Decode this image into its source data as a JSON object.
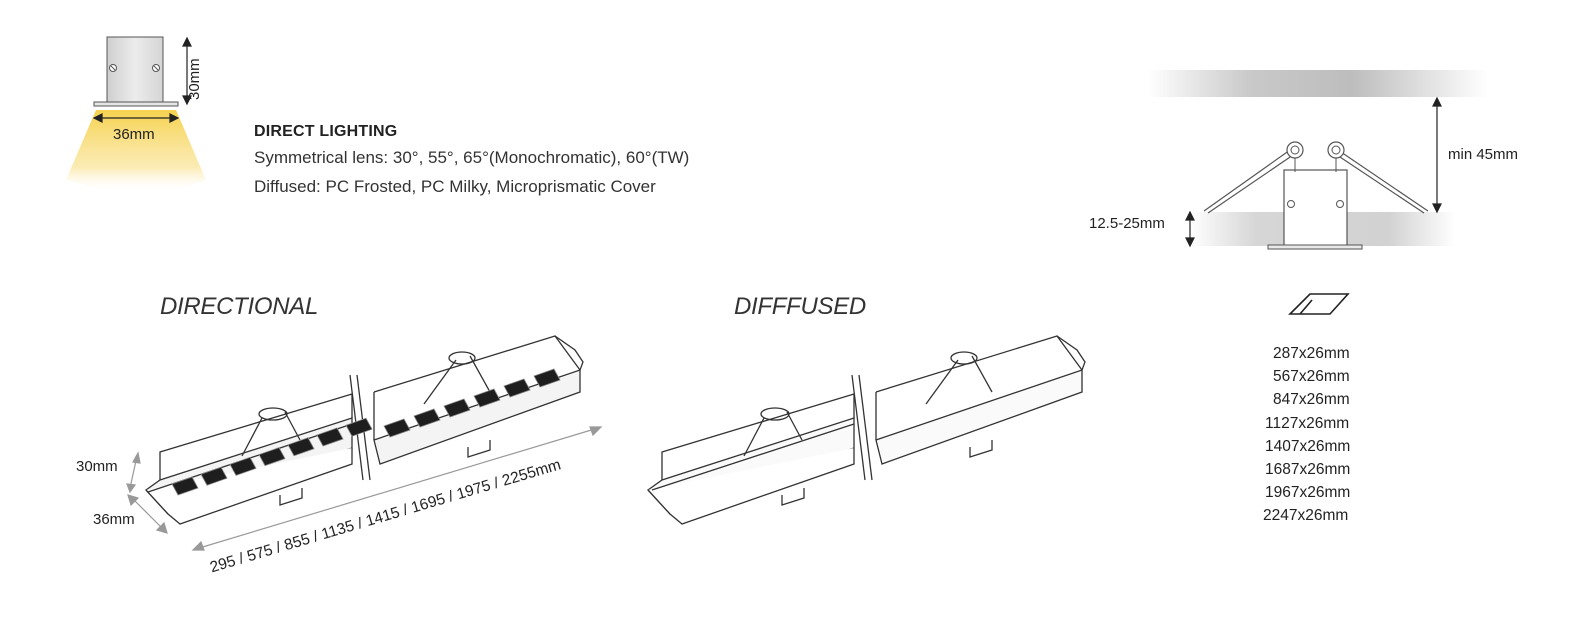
{
  "fixture_top": {
    "height_label": "30mm",
    "width_label": "36mm",
    "beam_color": "#f5cf46"
  },
  "lighting": {
    "heading": "DIRECT LIGHTING",
    "lens_line": "Symmetrical lens:  30°, 55°, 65°(Monochromatic), 60°(TW)",
    "diffused_line": "Diffused:  PC Frosted, PC Milky, Microprismatic Cover"
  },
  "install": {
    "min_label": "min 45mm",
    "ceiling_label": "12.5-25mm"
  },
  "directional": {
    "title": "DIRECTIONAL",
    "height_label": "30mm",
    "width_label": "36mm",
    "lengths_label": "295 / 575 / 855 / 1135 / 1415 / 1695 / 1975 / 2255mm"
  },
  "diffused": {
    "title": "DIFFFUSED"
  },
  "cutout": {
    "icon": "cutout-parallelogram-icon",
    "sizes": [
      "287x26mm",
      "567x26mm",
      "847x26mm",
      "1127x26mm",
      "1407x26mm",
      "1687x26mm",
      "1967x26mm",
      "2247x26mm"
    ]
  }
}
